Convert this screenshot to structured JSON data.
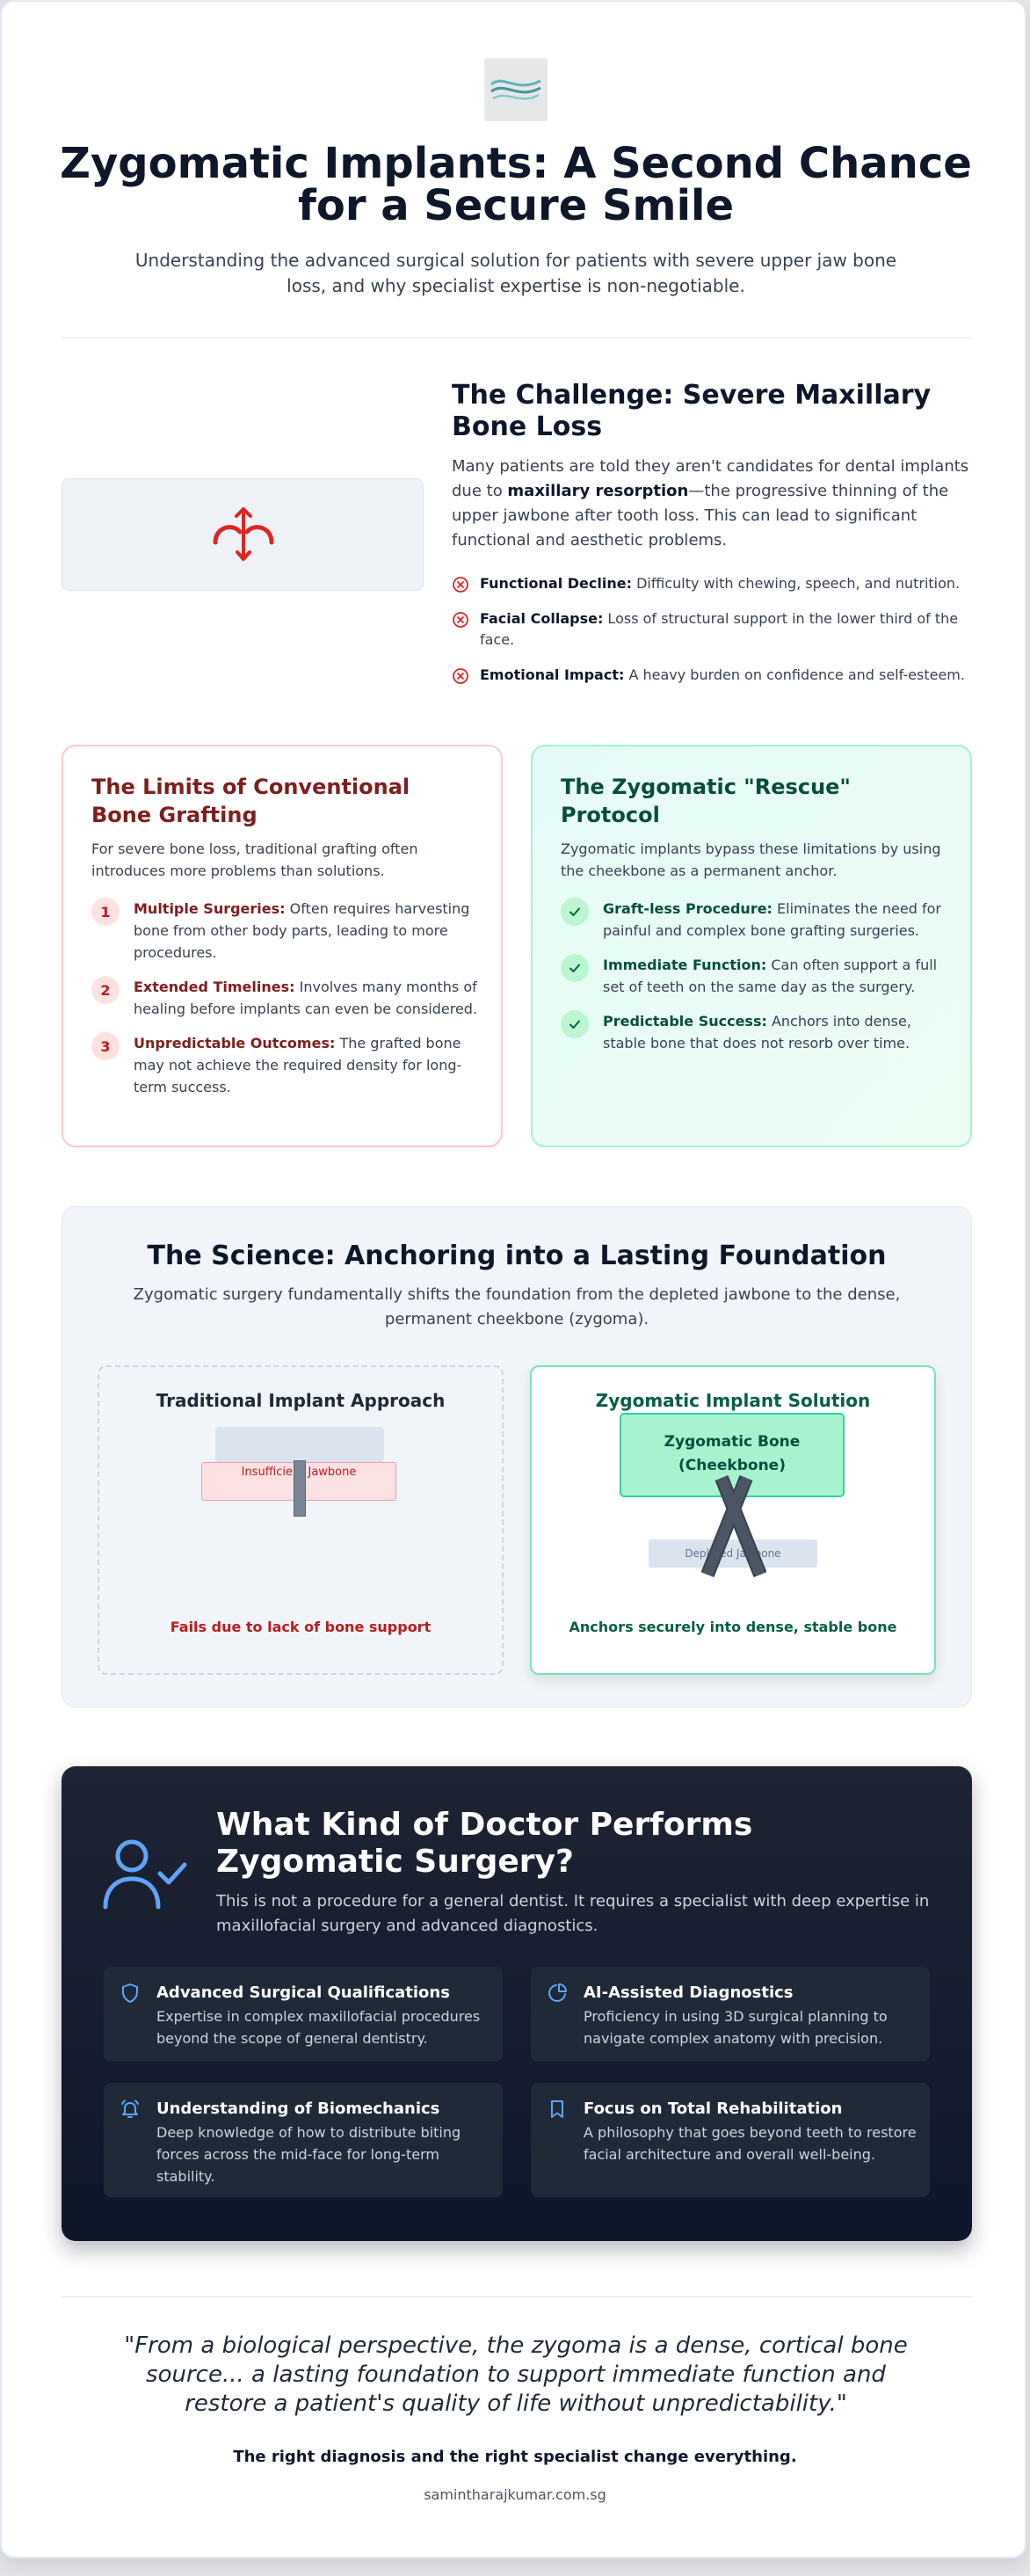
{
  "header": {
    "title": "Zygomatic Implants: A Second Chance for a Secure Smile",
    "subtitle": "Understanding the advanced surgical solution for patients with severe upper jaw bone loss, and why specialist expertise is non-negotiable."
  },
  "challenge": {
    "title": "The Challenge: Severe Maxillary Bone Loss",
    "para_before": "Many patients are told they aren't candidates for dental implants due to ",
    "para_bold": "maxillary resorption",
    "para_after": "—the progressive thinning of the upper jawbone after tooth loss. This can lead to significant functional and aesthetic problems.",
    "bullets": [
      {
        "label": "Functional Decline:",
        "text": " Difficulty with chewing, speech, and nutrition."
      },
      {
        "label": "Facial Collapse:",
        "text": " Loss of structural support in the lower third of the face."
      },
      {
        "label": "Emotional Impact:",
        "text": " A heavy burden on confidence and self-esteem."
      }
    ]
  },
  "limits": {
    "title": "The Limits of Conventional Bone Grafting",
    "intro": "For severe bone loss, traditional grafting often introduces more problems than solutions.",
    "items": [
      {
        "num": "1",
        "label": "Multiple Surgeries:",
        "text": " Often requires harvesting bone from other body parts, leading to more procedures."
      },
      {
        "num": "2",
        "label": "Extended Timelines:",
        "text": " Involves many months of healing before implants can even be considered."
      },
      {
        "num": "3",
        "label": "Unpredictable Outcomes:",
        "text": " The grafted bone may not achieve the required density for long-term success."
      }
    ]
  },
  "rescue": {
    "title": "The Zygomatic \"Rescue\" Protocol",
    "intro": "Zygomatic implants bypass these limitations by using the cheekbone as a permanent anchor.",
    "items": [
      {
        "label": "Graft-less Procedure:",
        "text": " Eliminates the need for painful and complex bone grafting surgeries."
      },
      {
        "label": "Immediate Function:",
        "text": " Can often support a full set of teeth on the same day as the surgery."
      },
      {
        "label": "Predictable Success:",
        "text": " Anchors into dense, stable bone that does not resorb over time."
      }
    ]
  },
  "science": {
    "title": "The Science: Anchoring into a Lasting Foundation",
    "subtitle": "Zygomatic surgery fundamentally shifts the foundation from the depleted jawbone to the dense, permanent cheekbone (zygoma).",
    "traditional": {
      "title": "Traditional Implant Approach",
      "bone_label": "Insufficient Jawbone",
      "result": "Fails due to lack of bone support"
    },
    "zygomatic": {
      "title": "Zygomatic Implant Solution",
      "bone_label_1": "Zygomatic Bone",
      "bone_label_2": "(Cheekbone)",
      "jaw_label": "Depleted Jawbone",
      "result": "Anchors securely into dense, stable bone"
    }
  },
  "doctor": {
    "title": "What Kind of Doctor Performs Zygomatic Surgery?",
    "subtitle": "This is not a procedure for a general dentist. It requires a specialist with deep expertise in maxillofacial surgery and advanced diagnostics.",
    "features": [
      {
        "icon": "shield-icon",
        "title": "Advanced Surgical Qualifications",
        "desc": "Expertise in complex maxillofacial procedures beyond the scope of general dentistry."
      },
      {
        "icon": "pie-chart-icon",
        "title": "AI-Assisted Diagnostics",
        "desc": "Proficiency in using 3D surgical planning to navigate complex anatomy with precision."
      },
      {
        "icon": "bell-icon",
        "title": "Understanding of Biomechanics",
        "desc": "Deep knowledge of how to distribute biting forces across the mid-face for long-term stability."
      },
      {
        "icon": "bookmark-icon",
        "title": "Focus on Total Rehabilitation",
        "desc": "A philosophy that goes beyond teeth to restore facial architecture and overall well-being."
      }
    ]
  },
  "footer": {
    "quote": "\"From a biological perspective, the zygoma is a dense, cortical bone source... a lasting foundation to support immediate function and restore a patient's quality of life without unpredictability.\"",
    "tagline": "The right diagnosis and the right specialist change everything.",
    "site": "samintharajkumar.com.sg"
  },
  "colors": {
    "accent_red": "#dc2626",
    "accent_green": "#059669",
    "accent_blue": "#60a5fa",
    "dark_bg": "#0f172a"
  }
}
